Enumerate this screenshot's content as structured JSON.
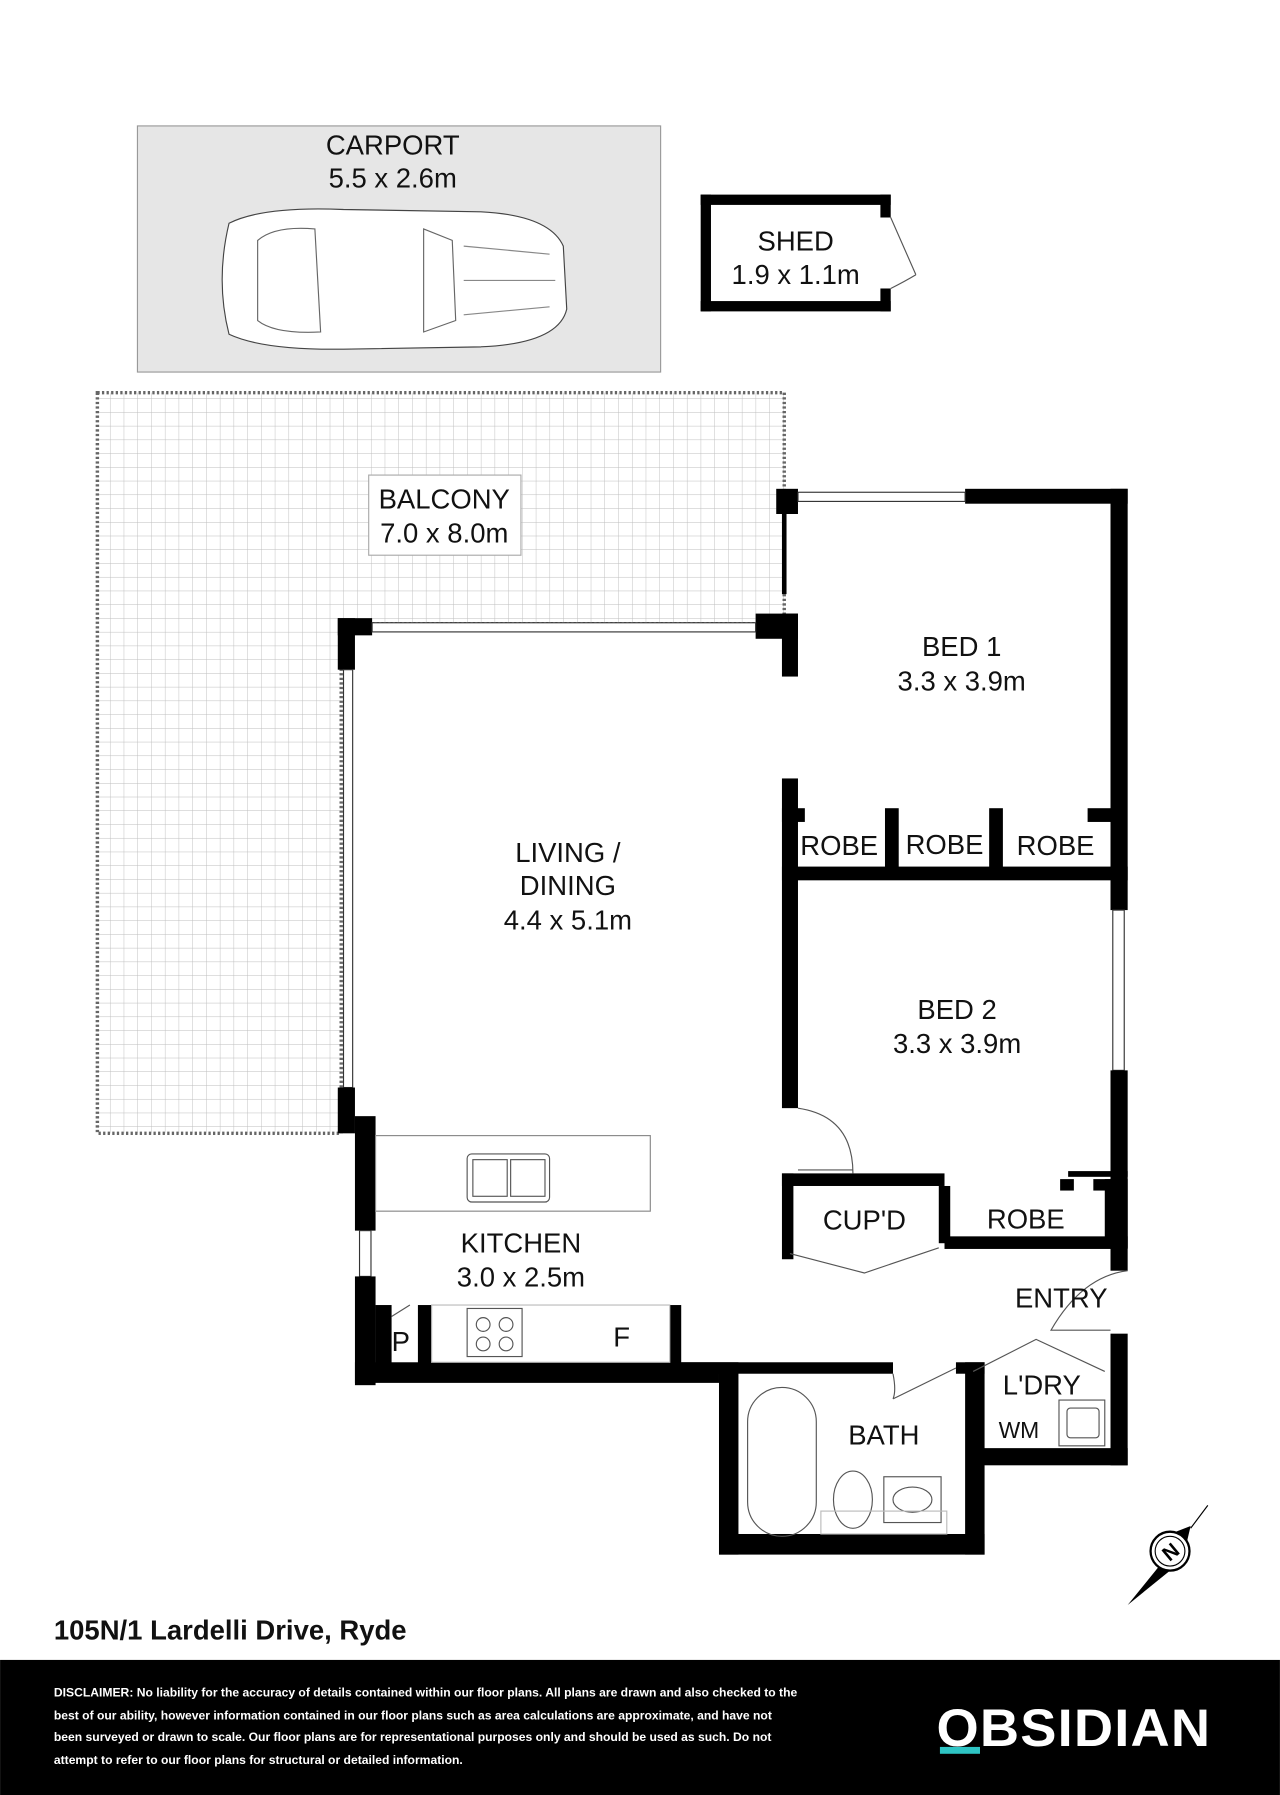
{
  "rooms": {
    "carport": {
      "name": "CARPORT",
      "size": "5.5 x 2.6m"
    },
    "shed": {
      "name": "SHED",
      "size": "1.9 x 1.1m"
    },
    "balcony": {
      "name": "BALCONY",
      "size": "7.0 x 8.0m"
    },
    "bed1": {
      "name": "BED 1",
      "size": "3.3 x 3.9m"
    },
    "living": {
      "name1": "LIVING /",
      "name2": "DINING",
      "size": "4.4 x 5.1m"
    },
    "bed2": {
      "name": "BED 2",
      "size": "3.3 x 3.9m"
    },
    "kitchen": {
      "name": "KITCHEN",
      "size": "3.0 x 2.5m"
    },
    "bath": {
      "name": "BATH"
    },
    "laundry": {
      "name": "L'DRY",
      "wm": "WM"
    },
    "entry": {
      "name": "ENTRY"
    },
    "cupboard": {
      "name": "CUP'D"
    },
    "robes": [
      "ROBE",
      "ROBE",
      "ROBE",
      "ROBE"
    ],
    "pantry": "P",
    "fridge": "F"
  },
  "compass": {
    "label": "N"
  },
  "address": "105N/1 Lardelli Drive, Ryde",
  "disclaimer": [
    "DISCLAIMER: No liability for the accuracy of details contained within our floor plans. All plans are drawn and also checked to the",
    "best of our ability, however information contained in our floor plans such as area calculations are approximate, and have not",
    "been surveyed or drawn to scale. Our floor plans are for representational purposes only and should be used as such. Do not",
    "attempt to refer to our floor plans for structural or detailed information."
  ],
  "logo": {
    "text": "OBSIDIAN",
    "accent": "#2ec4c4"
  },
  "colors": {
    "carport": "#e6e6e6",
    "walls": "#000000",
    "footer": "#000000"
  }
}
